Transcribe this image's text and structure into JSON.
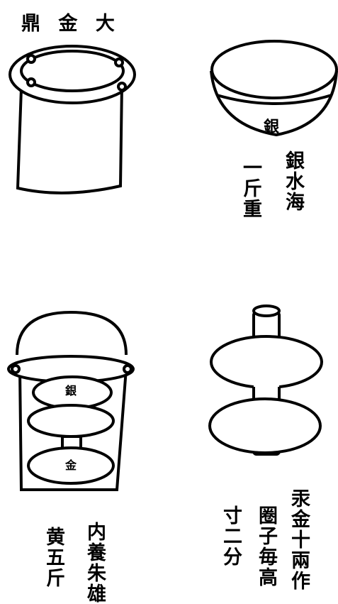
{
  "figures": [
    {
      "id": "large-gold-cauldron",
      "title": "大金鼎",
      "display_order": [
        "鼎",
        "金",
        "大"
      ]
    },
    {
      "id": "silver-water-basin",
      "inner_label": "銀",
      "caption_columns": [
        "銀水海",
        "一斤重"
      ]
    },
    {
      "id": "cinnabar-vessel",
      "inner_labels": [
        "銀",
        "金"
      ],
      "caption_columns": [
        "内養朱雄",
        "黄五斤"
      ]
    },
    {
      "id": "ring-stand",
      "caption_columns": [
        "汞金十兩作",
        "圈子毎高",
        "寸二分"
      ]
    }
  ],
  "colors": {
    "ink": "#000000",
    "paper": "#ffffff"
  }
}
